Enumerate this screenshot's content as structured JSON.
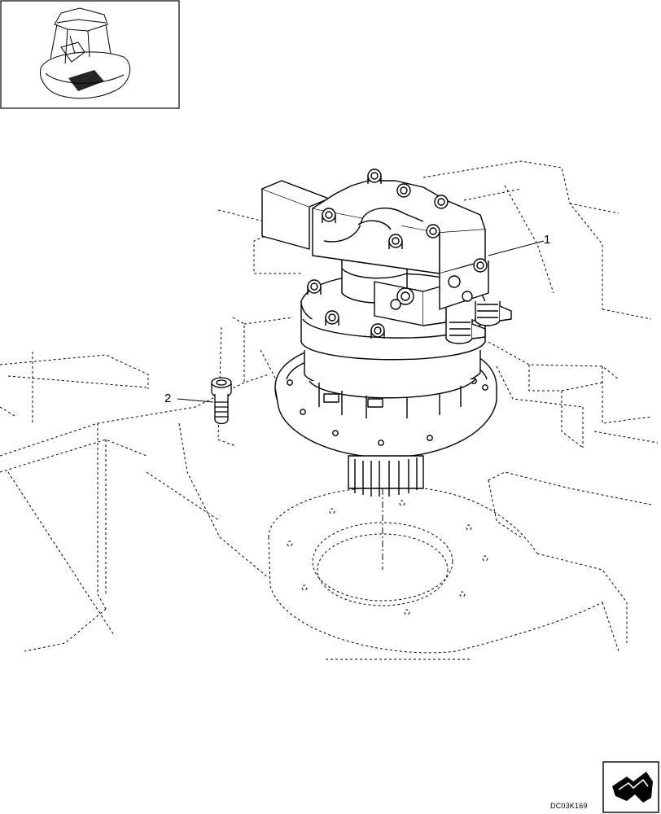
{
  "diagram": {
    "callouts": [
      {
        "id": "callout-1",
        "label": "1"
      },
      {
        "id": "callout-2",
        "label": "2"
      }
    ],
    "drawing_code": "DC03K169",
    "inset_icon": "excavator-location-icon",
    "corner_icon": "view-direction-arrow-icon",
    "line_color": "#000000",
    "background_color": "#ffffff"
  }
}
